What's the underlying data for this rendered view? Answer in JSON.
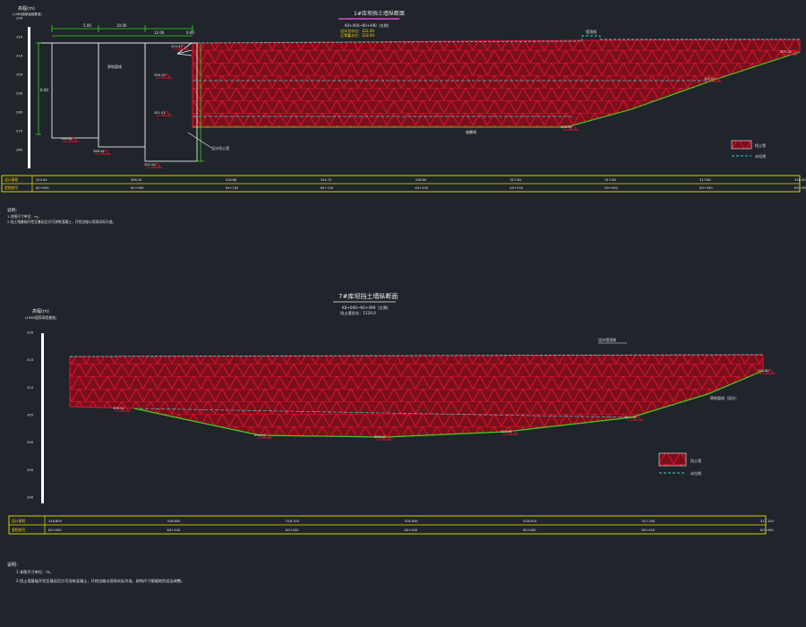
{
  "colors": {
    "background": "#1f252b",
    "hatch_red": "#e8132b",
    "hatch_fill": "#7a0f1c",
    "ground_green": "#3cd11d",
    "water_cyan": "#41c8d8",
    "table_yellow": "#e8e200",
    "title_magenta": "#e24ad6",
    "text_yellow": "#ffd400",
    "text_white": "#e6e6e6"
  },
  "top_diagram": {
    "title": "1#库坝挡土墙纵断面",
    "subtitle": "K0+000~K0+490（右侧）",
    "y_axis_label": "高程(m)",
    "y_axis_sublabel": "(1985国家高程基准)",
    "y_ticks": [
      "330",
      "320",
      "310",
      "300",
      "290",
      "280",
      "270",
      "260"
    ],
    "notes_yellow": [
      "设计洪水位：322.00",
      "正常蓄水位：318.00"
    ],
    "callouts": [
      "墙顶线",
      "原地面线",
      "设计挡土墙",
      "坡脚线"
    ],
    "elevation_marks": [
      "294.40",
      "286.44",
      "282.00",
      "306.29",
      "301.01",
      "290.38",
      "302.55",
      "305.18",
      "315.47"
    ],
    "dims": [
      "5.00",
      "10.00",
      "12.00",
      "0.60",
      "8.00"
    ],
    "legend": [
      "挡土墙",
      "水位线"
    ],
    "table_rows": [
      {
        "label": "设计高程",
        "values": [
          "314.40",
          "306.34",
          "318.80",
          "314.70",
          "318.80",
          "317.60",
          "317.60",
          "317.60",
          "318.00"
        ]
      },
      {
        "label": "里程桩号",
        "values": [
          "K0+000",
          "K0+050",
          "K0+100",
          "K0+150",
          "K0+200",
          "K0+250",
          "K0+300",
          "K0+350",
          "K0+490"
        ]
      }
    ],
    "notes_title": "说明：",
    "notes": [
      "1.本图尺寸单位：m。",
      "2.挡土墙基础开挖至基岩后方可浇筑混凝土，开挖边坡以现场实际为准。"
    ]
  },
  "bottom_diagram": {
    "title": "7#库坝挡土墙纵断面",
    "subtitle": "K0+000~K0+490（左侧）",
    "subtitle2": "挡土墙总长：1120.0",
    "y_axis_label": "高程(m)",
    "y_axis_sublabel": "(1985国家高程基准)",
    "y_ticks": [
      "320",
      "315",
      "310",
      "305",
      "300",
      "295",
      "290"
    ],
    "callouts": [
      "设计墙顶线",
      "原地面线（设计）"
    ],
    "elevation_marks": [
      "306.31",
      "299.47",
      "298.30",
      "302.10",
      "307.10",
      "314.80"
    ],
    "legend": [
      "挡土墙",
      "水位线"
    ],
    "table_rows": [
      {
        "label": "设计高程",
        "values": [
          "318.600",
          "318.600",
          "318.700",
          "318.600",
          "318.500",
          "317.200",
          "317.100"
        ]
      },
      {
        "label": "里程桩号",
        "values": [
          "K0+000",
          "K0+100",
          "K0+200",
          "K0+300",
          "K0+400",
          "K0+450",
          "K0+490"
        ]
      }
    ],
    "notes_title": "说明：",
    "notes": [
      "1.本图尺寸单位：m。",
      "2.挡土墙基础开挖至基岩后方可浇筑混凝土，开挖边坡以现场实际为准，结构尺寸根据地形适当调整。"
    ]
  }
}
